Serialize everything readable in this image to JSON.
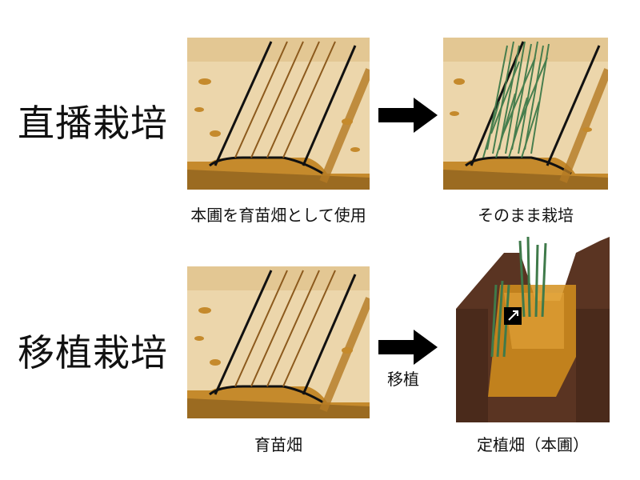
{
  "rows": [
    {
      "title": "直播栽培",
      "left_caption": "本圃を育苗畑として使用",
      "right_caption": "そのまま栽培",
      "arrow_label": ""
    },
    {
      "title": "移植栽培",
      "left_caption": "育苗畑",
      "right_caption": "定植畑（本圃）",
      "arrow_label": "移植"
    }
  ],
  "colors": {
    "soil_light": "#e8cfa1",
    "soil_dark": "#b07a1e",
    "ridge_line": "#111111",
    "crop_green": "#3f7a4a",
    "field_dark": "#5a3422"
  },
  "icons": [
    "arrow-right-icon",
    "diagonal-expand-icon"
  ]
}
